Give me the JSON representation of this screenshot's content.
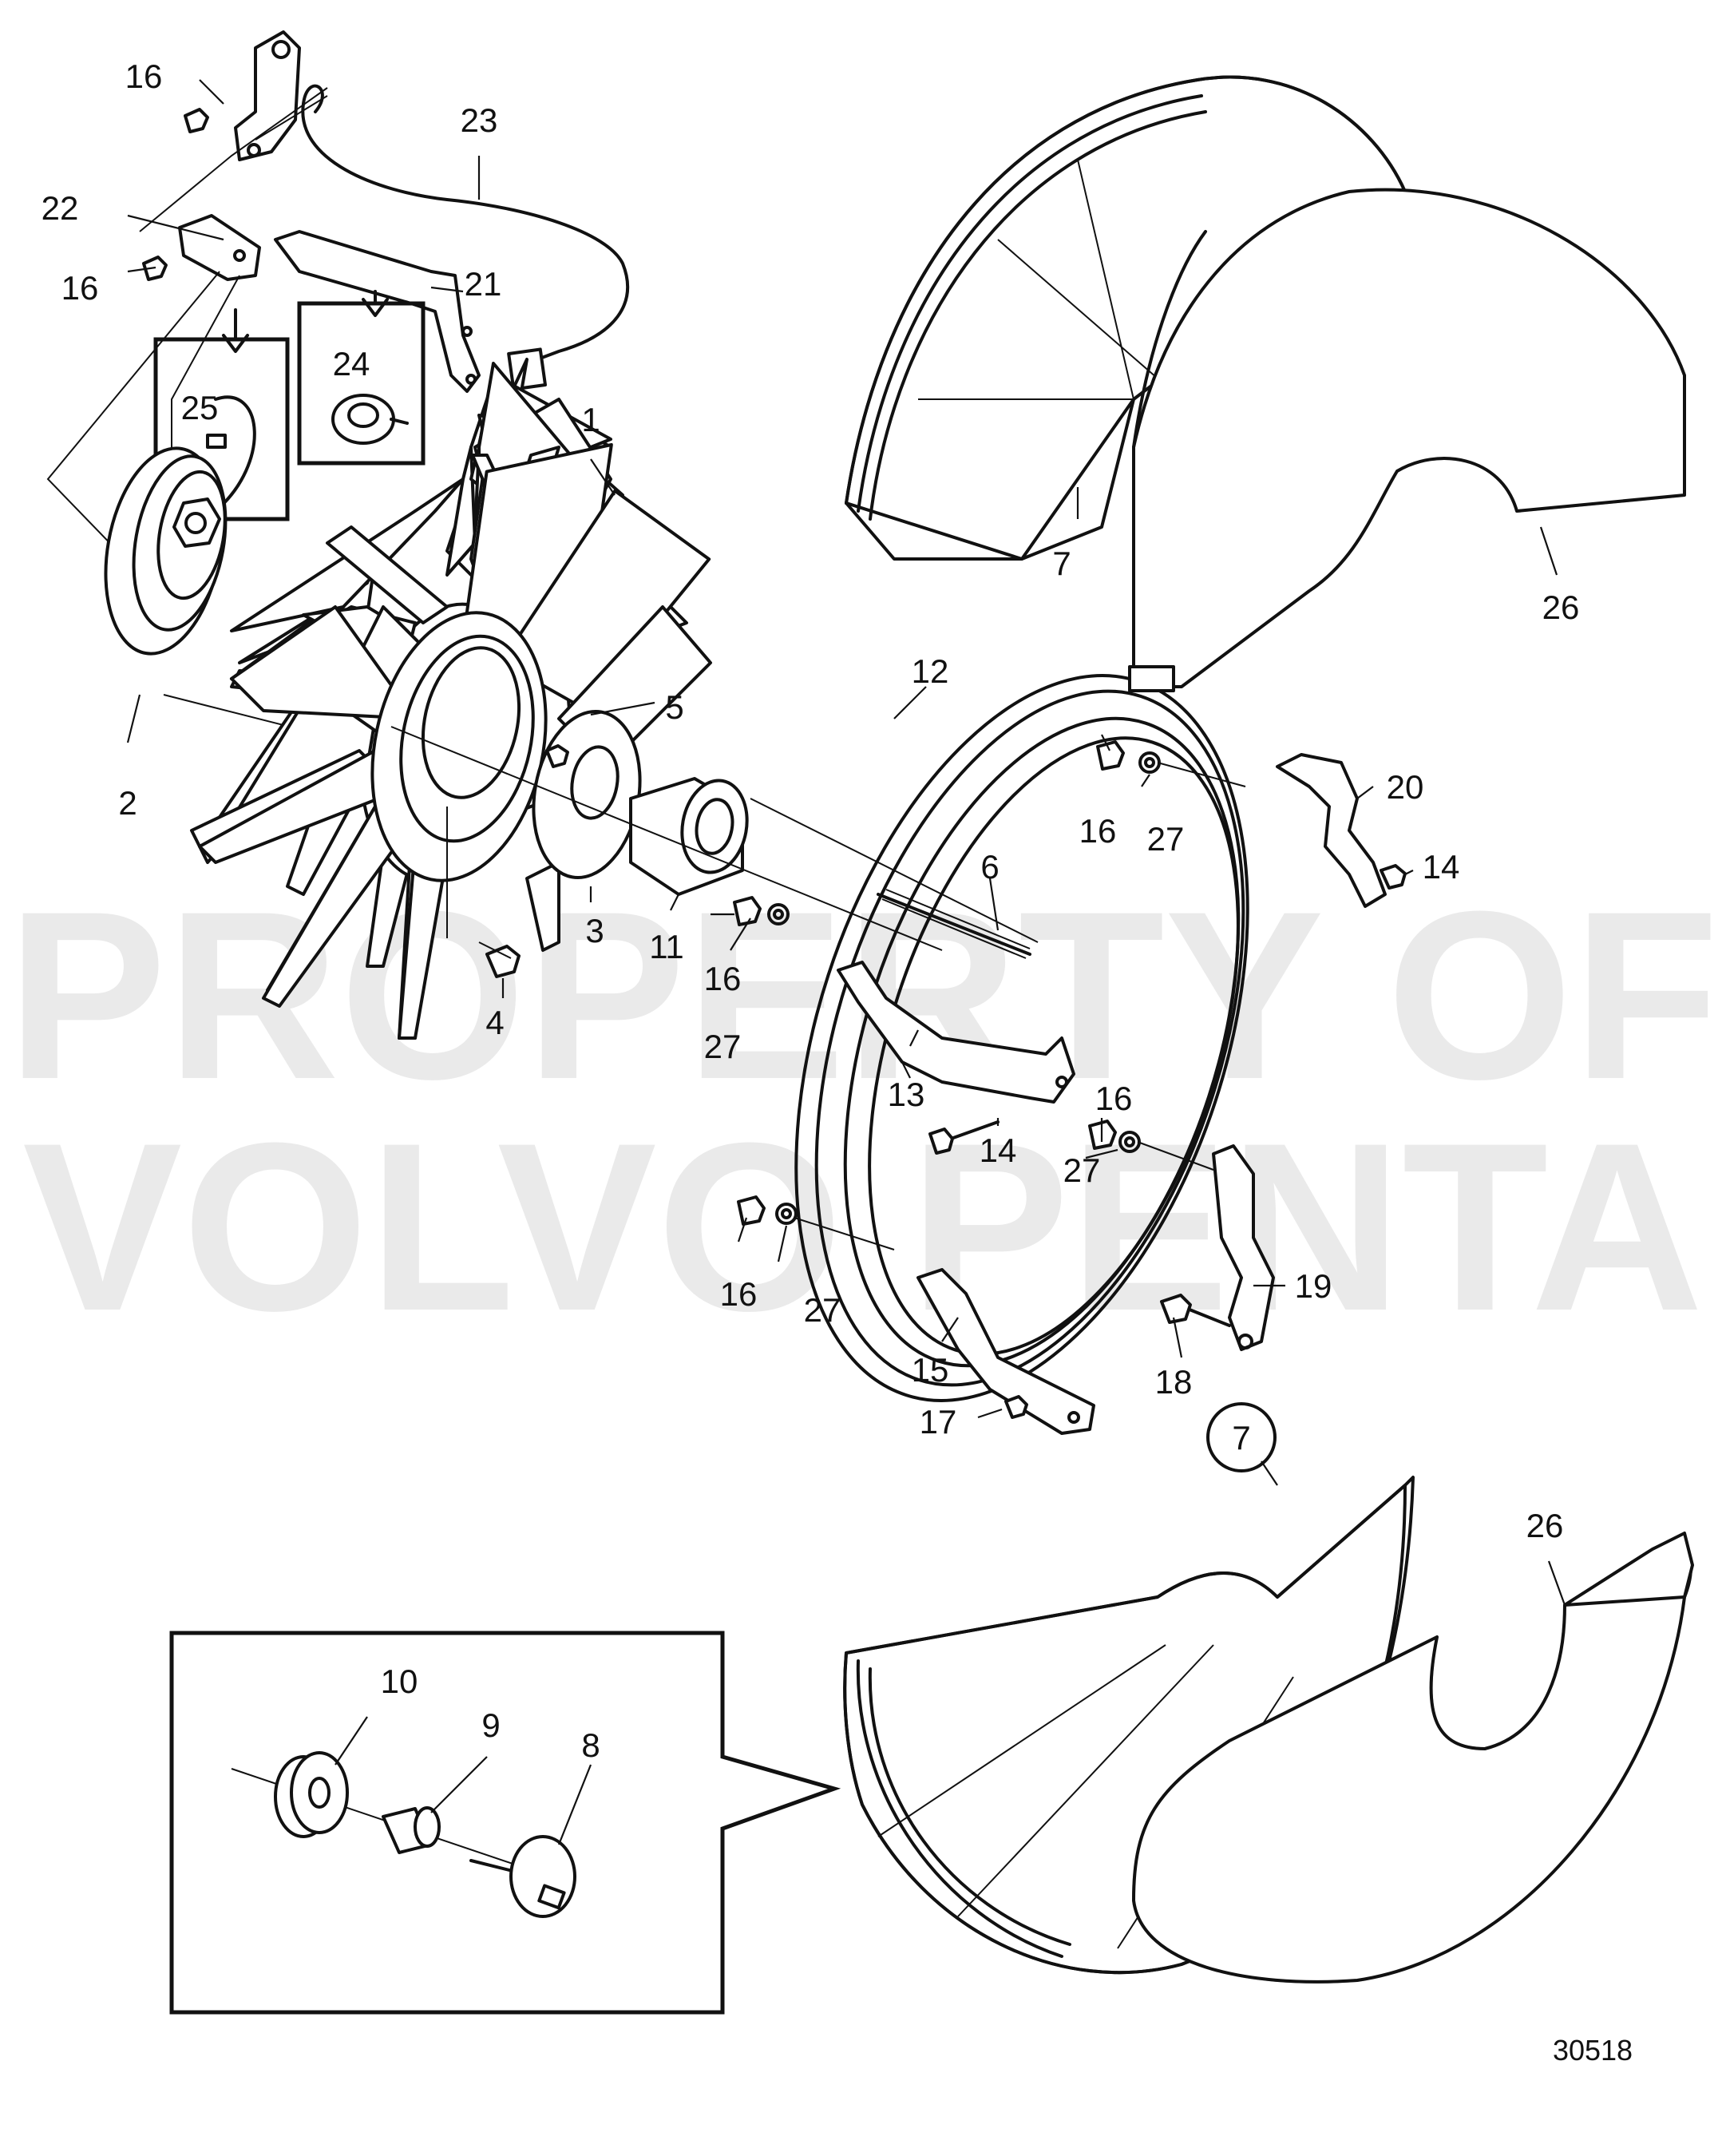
{
  "watermark": {
    "line1": "PROPERTY OF",
    "line2": "VOLVO PENTA"
  },
  "figure_number": "30518",
  "callouts": [
    {
      "id": "c1",
      "label": "1"
    },
    {
      "id": "c2",
      "label": "2"
    },
    {
      "id": "c3",
      "label": "3"
    },
    {
      "id": "c4",
      "label": "4"
    },
    {
      "id": "c5",
      "label": "5"
    },
    {
      "id": "c6",
      "label": "6"
    },
    {
      "id": "c7a",
      "label": "7"
    },
    {
      "id": "c7b",
      "label": "7"
    },
    {
      "id": "c8",
      "label": "8"
    },
    {
      "id": "c9",
      "label": "9"
    },
    {
      "id": "c10",
      "label": "10"
    },
    {
      "id": "c11",
      "label": "11"
    },
    {
      "id": "c12",
      "label": "12"
    },
    {
      "id": "c13",
      "label": "13"
    },
    {
      "id": "c14a",
      "label": "14"
    },
    {
      "id": "c14b",
      "label": "14"
    },
    {
      "id": "c15",
      "label": "15"
    },
    {
      "id": "c16a",
      "label": "16"
    },
    {
      "id": "c16b",
      "label": "16"
    },
    {
      "id": "c16c",
      "label": "16"
    },
    {
      "id": "c16d",
      "label": "16"
    },
    {
      "id": "c16e",
      "label": "16"
    },
    {
      "id": "c16f",
      "label": "16"
    },
    {
      "id": "c17",
      "label": "17"
    },
    {
      "id": "c18",
      "label": "18"
    },
    {
      "id": "c19",
      "label": "19"
    },
    {
      "id": "c20",
      "label": "20"
    },
    {
      "id": "c21",
      "label": "21"
    },
    {
      "id": "c22",
      "label": "22"
    },
    {
      "id": "c23",
      "label": "23"
    },
    {
      "id": "c24",
      "label": "24"
    },
    {
      "id": "c25",
      "label": "25"
    },
    {
      "id": "c26a",
      "label": "26"
    },
    {
      "id": "c26b",
      "label": "26"
    },
    {
      "id": "c27a",
      "label": "27"
    },
    {
      "id": "c27b",
      "label": "27"
    },
    {
      "id": "c27c",
      "label": "27"
    },
    {
      "id": "c27d",
      "label": "27"
    }
  ]
}
